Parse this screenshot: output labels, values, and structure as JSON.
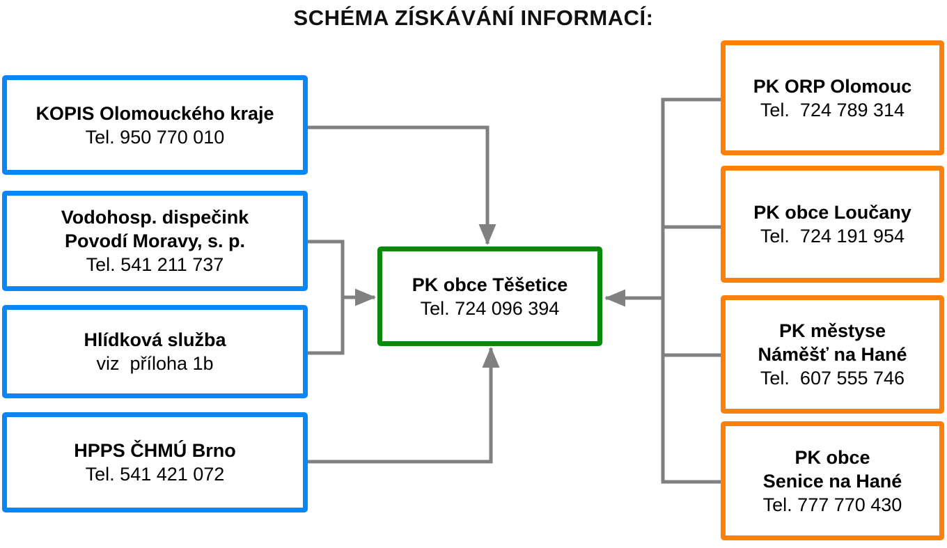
{
  "title": "SCHÉMA ZÍSKÁVÁNÍ INFORMACÍ:",
  "colors": {
    "blue_border": "#0b86f8",
    "green_border": "#078a07",
    "orange_border": "#fd8008",
    "connector": "#808080",
    "text": "#000000",
    "background": "#ffffff"
  },
  "left_boxes": [
    {
      "bold_lines": [
        "KOPIS Olomouckého kraje"
      ],
      "note": "Tel. 950 770 010"
    },
    {
      "bold_lines": [
        "Vodohosp. dispečink",
        "Povodí Moravy, s. p."
      ],
      "note": "Tel. 541 211 737"
    },
    {
      "bold_lines": [
        "Hlídková služba"
      ],
      "note": "viz  příloha 1b"
    },
    {
      "bold_lines": [
        "HPPS ČHMÚ Brno"
      ],
      "note": "Tel. 541 421 072"
    }
  ],
  "center_box": {
    "bold_lines": [
      "PK obce Těšetice"
    ],
    "note": "Tel. 724 096 394"
  },
  "right_boxes": [
    {
      "bold_lines": [
        "PK ORP Olomouc"
      ],
      "note": "Tel.  724 789 314"
    },
    {
      "bold_lines": [
        "PK obce Loučany"
      ],
      "note": "Tel.  724 191 954"
    },
    {
      "bold_lines": [
        "PK městyse",
        "Náměšť na Hané"
      ],
      "note": "Tel.  607 555 746"
    },
    {
      "bold_lines": [
        "PK obce",
        "Senice na Hané"
      ],
      "note": "Tel. 777 770 430"
    }
  ]
}
